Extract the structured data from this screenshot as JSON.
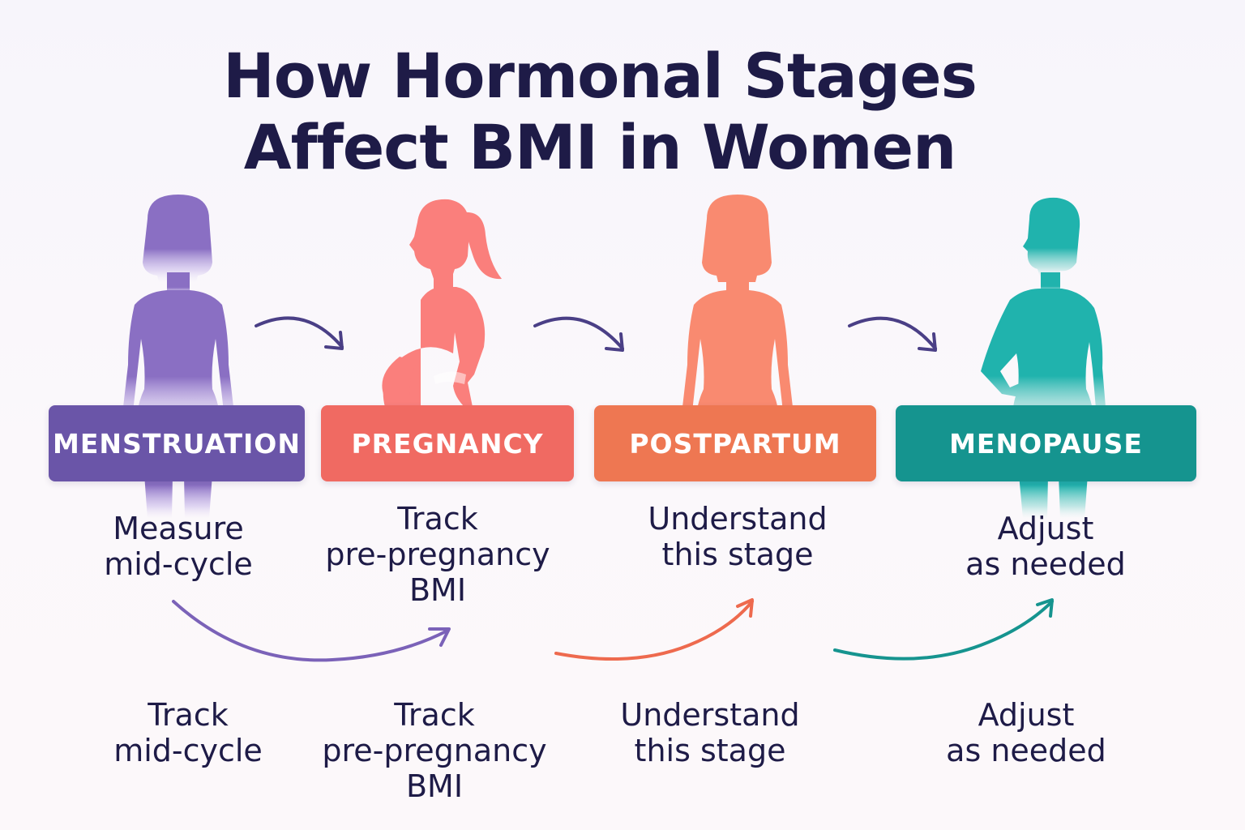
{
  "title": {
    "line1": "How Hormonal Stages",
    "line2": "Affect BMI in Women"
  },
  "stages": [
    {
      "label": "MENSTRUATION",
      "color": "#6a55a8",
      "figure_color": "#8a6fc3",
      "figure_icon": "woman-silhouette-icon",
      "note": "Measure\nmid-cycle",
      "footer": "Track\nmid-cycle"
    },
    {
      "label": "PREGNANCY",
      "color": "#f06a62",
      "figure_color": "#fa7f7c",
      "figure_icon": "pregnant-woman-silhouette-icon",
      "note": "Track\npre-pregnancy\nBMI",
      "footer": "Track\npre-pregnancy\nBMI"
    },
    {
      "label": "POSTPARTUM",
      "color": "#ee7752",
      "figure_color": "#f98a70",
      "figure_icon": "woman-silhouette-icon",
      "note": "Understand\nthis stage",
      "footer": "Understand\nthis stage"
    },
    {
      "label": "MENOPAUSE",
      "color": "#15948f",
      "figure_color": "#20b3ad",
      "figure_icon": "woman-hand-on-hip-silhouette-icon",
      "note": "Adjust\nas needed",
      "footer": "Adjust\nas needed"
    }
  ],
  "arrow_colors": {
    "top": "#4a3f86",
    "lower_1": "#7b62b8",
    "lower_2": "#ee6a4e",
    "lower_3": "#16948f"
  }
}
